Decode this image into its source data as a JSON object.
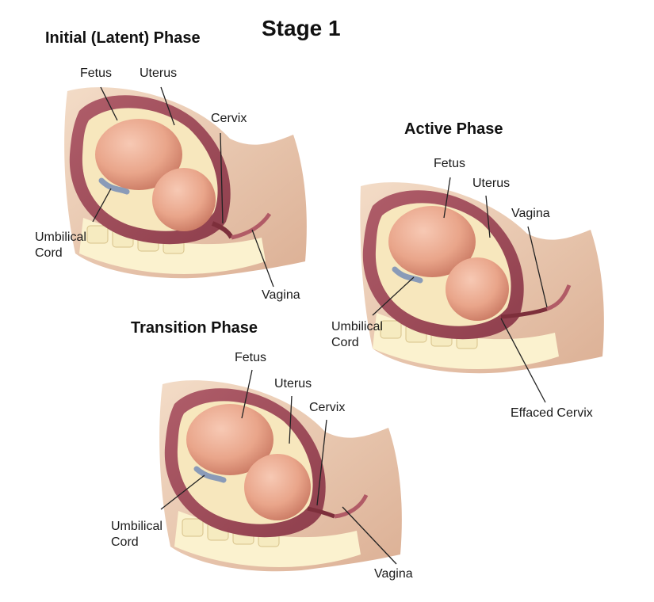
{
  "title": "Stage 1",
  "phases": [
    {
      "title": "Initial (Latent) Phase",
      "labels": {
        "fetus": "Fetus",
        "uterus": "Uterus",
        "cervix": "Cervix",
        "cord_line1": "Umbilical",
        "cord_line2": "Cord",
        "vagina": "Vagina"
      }
    },
    {
      "title": "Active Phase",
      "labels": {
        "fetus": "Fetus",
        "uterus": "Uterus",
        "vagina": "Vagina",
        "cord_line1": "Umbilical",
        "cord_line2": "Cord",
        "effaced_cervix": "Effaced Cervix"
      }
    },
    {
      "title": "Transition Phase",
      "labels": {
        "fetus": "Fetus",
        "uterus": "Uterus",
        "cervix": "Cervix",
        "cord_line1": "Umbilical",
        "cord_line2": "Cord",
        "vagina": "Vagina"
      }
    }
  ]
}
